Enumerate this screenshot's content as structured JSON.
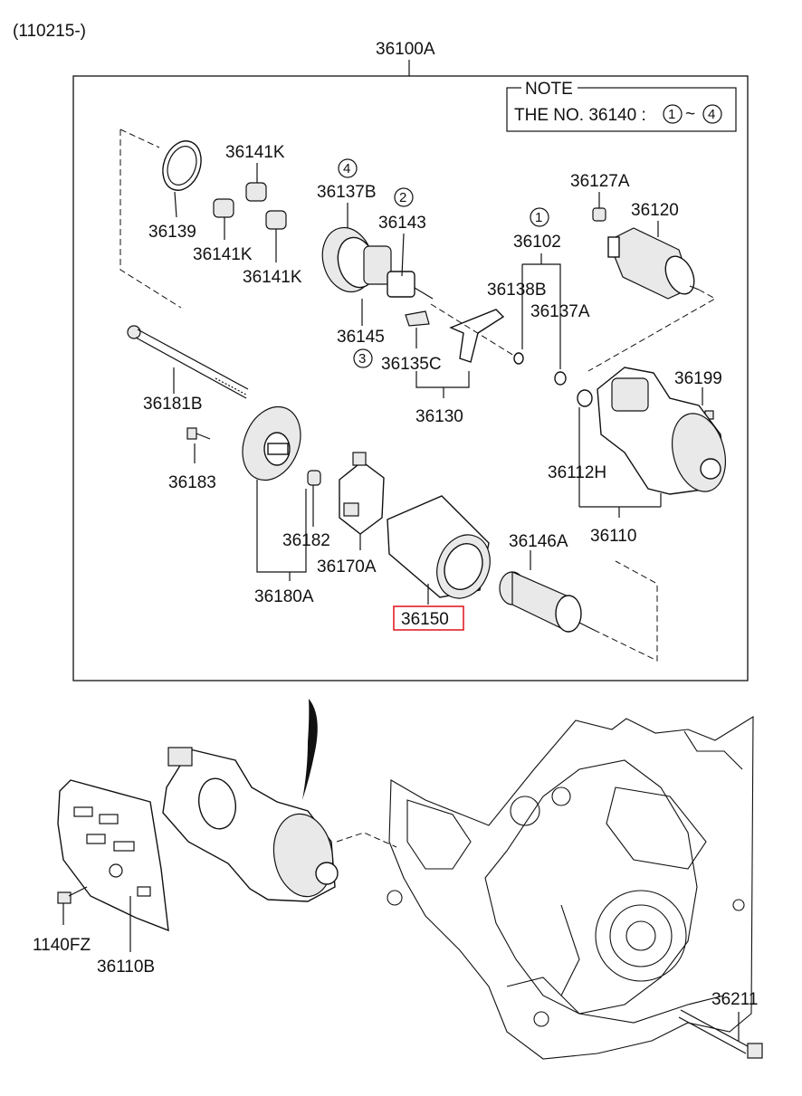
{
  "header": {
    "date_code": "(110215-)"
  },
  "assembly": {
    "code": "36100A"
  },
  "note": {
    "title": "NOTE",
    "text_prefix": "THE NO. 36140 :",
    "range_start": "1",
    "range_sep": "~",
    "range_end": "4"
  },
  "parts": {
    "p36141K_a": "36141K",
    "p36141K_b": "36141K",
    "p36141K_c": "36141K",
    "p36139": "36139",
    "p36137B": "36137B",
    "p36143": "36143",
    "p36145": "36145",
    "p36135C": "36135C",
    "p36130": "36130",
    "p36102": "36102",
    "p36138B": "36138B",
    "p36137A": "36137A",
    "p36127A": "36127A",
    "p36120": "36120",
    "p36199": "36199",
    "p36112H": "36112H",
    "p36110": "36110",
    "p36181B": "36181B",
    "p36183": "36183",
    "p36182": "36182",
    "p36170A": "36170A",
    "p36180A": "36180A",
    "p36150": "36150",
    "p36146A": "36146A",
    "p1140FZ": "1140FZ",
    "p36110B": "36110B",
    "p36211": "36211"
  },
  "circled": {
    "c1": "1",
    "c2": "2",
    "c3": "3",
    "c4": "4"
  },
  "highlight": {
    "part": "36150",
    "color": "#e0202a"
  }
}
